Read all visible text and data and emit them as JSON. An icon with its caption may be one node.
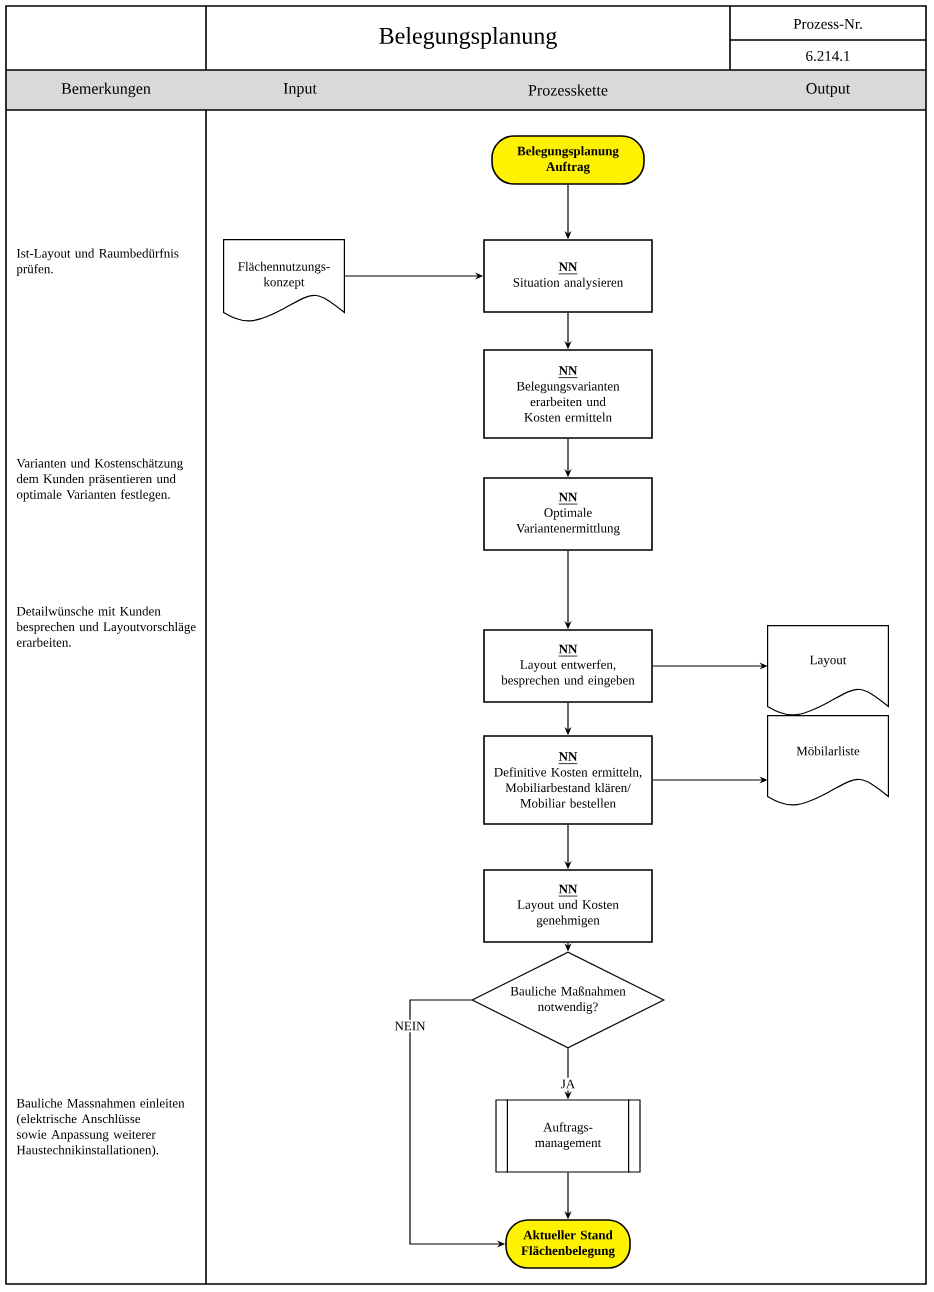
{
  "diagram": {
    "title": "Belegungsplanung",
    "nodes": [
      {
        "text": [
          "Belegungsplanung Auftrag"
        ]
      },
      {
        "text": [
          "Flächennutzungs-konzept"
        ]
      },
      {
        "text": [
          "NN",
          "Situation analysieren"
        ]
      },
      {
        "text": [
          "NN",
          "Belegungsvarianten erarbeiten und Kosten ermitteln"
        ]
      },
      {
        "text": [
          "NN",
          "Optimale Variantenermittlung"
        ]
      },
      {
        "text": [
          "NN",
          "Layout entwerfen, besprechen und eingeben"
        ]
      },
      {
        "text": [
          "Layout"
        ]
      },
      {
        "text": [
          "NN",
          "Definitive Kosten ermitteln, Mobiliarbestand klären/ Mobiliar bestellen"
        ]
      },
      {
        "text": [
          "Möbilarliste"
        ]
      },
      {
        "text": [
          "NN",
          "Layout und Kosten genehmigen"
        ]
      },
      {
        "text": [
          "Bauliche Maßnahmen notwendig?"
        ]
      },
      {
        "text": [
          "Auftrags-management"
        ]
      },
      {
        "text": [
          "Aktueller Stand Flächenbelegung"
        ]
      }
    ],
    "edges": [
      {
        "from": 0,
        "to": 2,
        "arrow": "to"
      },
      {
        "from": 1,
        "to": 2,
        "arrow": "to"
      },
      {
        "from": 2,
        "to": 3,
        "arrow": "to"
      },
      {
        "from": 3,
        "to": 4,
        "arrow": "to"
      },
      {
        "from": 4,
        "to": 5,
        "arrow": "to"
      },
      {
        "from": 5,
        "to": 6,
        "arrow": "to"
      },
      {
        "from": 5,
        "to": 7,
        "arrow": "to"
      },
      {
        "from": 7,
        "to": 8,
        "arrow": "to"
      },
      {
        "from": 7,
        "to": 9,
        "arrow": "to"
      },
      {
        "from": 9,
        "to": 10,
        "arrow": "to"
      },
      {
        "from": 10,
        "to": 11,
        "arrow": "to",
        "label": "JA"
      },
      {
        "from": 11,
        "to": 12,
        "arrow": "to"
      },
      {
        "from": 10,
        "to": 12,
        "arrow": "to",
        "label": "NEIN"
      }
    ],
    "labels": [
      "Prozess-Nr.",
      "6.214.1",
      "Bemerkungen",
      "Input",
      "Prozesskette",
      "Output",
      "Ist-Layout und Raumbedürfnis prüfen.",
      "Varianten und Kostenschätzung dem Kunden präsentieren und optimale Varianten festlegen.",
      "Detailwünsche mit Kunden besprechen und Layoutvorschläge erarbeiten.",
      "Bauliche Massnahmen einleiten (elektrische Anschlüsse sowie Anpassung weiterer Haustechnikinstallationen)."
    ]
  }
}
